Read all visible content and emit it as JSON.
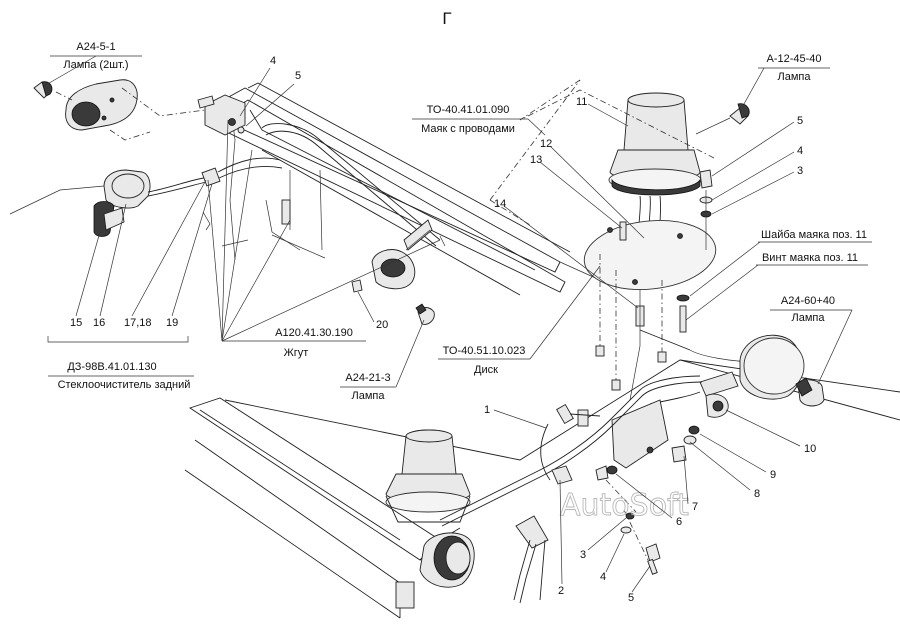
{
  "sheet_letter": "Г",
  "watermark": "AutoSoft",
  "designations": {
    "wiper_lamp_code": "А24-5-1",
    "wiper_lamp_name": "Лампа (2шт.)",
    "beacon_code": "ТО-40.41.01.090",
    "beacon_name": "Маяк с проводами",
    "beacon_lamp_code": "А-12-45-40",
    "beacon_lamp_name": "Лампа",
    "washer_11": "Шайба маяка поз. 11",
    "screw_11": "Винт маяка поз. 11",
    "headlamp_lamp_code": "А24-60+40",
    "headlamp_lamp_name": "Лампа",
    "harness_code": "А120.41.30.190",
    "harness_name": "Жгут",
    "disk_code": "ТО-40.51.10.023",
    "disk_name": "Диск",
    "cab_lamp_code": "А24-21-3",
    "cab_lamp_name": "Лампа",
    "rear_wiper_code": "ДЗ-98В.41.01.130",
    "rear_wiper_name": "Стеклоочиститель задний"
  },
  "position_numbers": {
    "p4_top": "4",
    "p5_top": "5",
    "p11": "11",
    "p12": "12",
    "p13": "13",
    "p14": "14",
    "p5_right": "5",
    "p4_right": "4",
    "p3_right": "3",
    "p15": "15",
    "p16": "16",
    "p17_18": "17,18",
    "p19": "19",
    "p20": "20",
    "p1": "1",
    "p10": "10",
    "p9": "9",
    "p8": "8",
    "p7": "7",
    "p6": "6",
    "p2": "2",
    "p3_bottom": "3",
    "p4_bottom": "4",
    "p5_bottom": "5"
  }
}
